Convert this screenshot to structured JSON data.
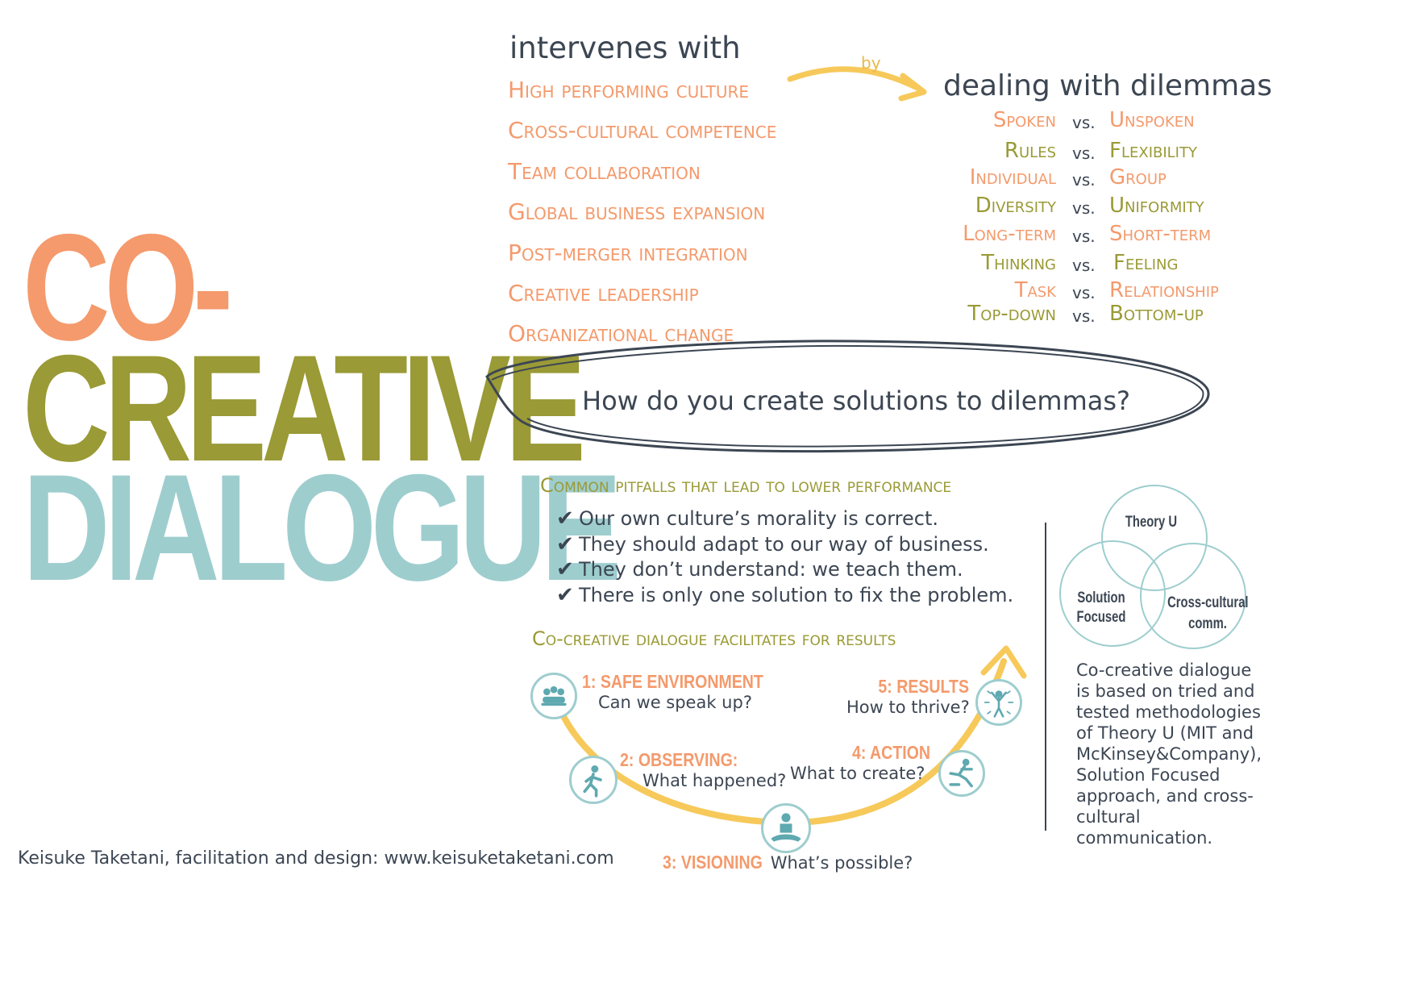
{
  "title": {
    "line1": "CO-",
    "line2": "CREATIVE",
    "line3": "DIALOGUE"
  },
  "intervenes": {
    "heading": "intervenes with",
    "items": [
      "High performing culture",
      "Cross-cultural competence",
      "Team collaboration",
      "Global business expansion",
      "Post-merger integration",
      "Creative leadership",
      "Organizational change"
    ]
  },
  "connector": {
    "label": "by"
  },
  "dilemmas": {
    "heading": "dealing with dilemmas",
    "vs": "vs.",
    "pairs": [
      {
        "left": "Spoken",
        "right": "Unspoken",
        "left_color": "#f49a6c",
        "right_color": "#f49a6c"
      },
      {
        "left": "Rules",
        "right": "Flexibility",
        "left_color": "#9a9a36",
        "right_color": "#9a9a36"
      },
      {
        "left": "Individual",
        "right": "Group",
        "left_color": "#f49a6c",
        "right_color": "#f49a6c"
      },
      {
        "left": "Diversity",
        "right": "Uniformity",
        "left_color": "#9a9a36",
        "right_color": "#9a9a36"
      },
      {
        "left": "Long-term",
        "right": "Short-term",
        "left_color": "#f49a6c",
        "right_color": "#f49a6c"
      },
      {
        "left": "Thinking",
        "right": "Feeling",
        "left_color": "#9a9a36",
        "right_color": "#9a9a36"
      },
      {
        "left": "Task",
        "right": "Relationship",
        "left_color": "#f49a6c",
        "right_color": "#f49a6c"
      },
      {
        "left": "Top-down",
        "right": "Bottom-up",
        "left_color": "#9a9a36",
        "right_color": "#9a9a36"
      }
    ]
  },
  "question": "How do you create solutions to dilemmas?",
  "pitfalls": {
    "heading": "Common pitfalls that lead to lower performance",
    "items": [
      "Our own culture’s morality is correct.",
      "They should adapt to our way of business.",
      "They don’t understand: we teach them.",
      "There is only one solution to fix the problem."
    ],
    "check_icon": "✔"
  },
  "process": {
    "heading": "Co-creative dialogue facilitates for results",
    "steps": [
      {
        "label": "1: SAFE ENVIRONMENT",
        "question": "Can we speak up?",
        "icon": "group-meeting-icon"
      },
      {
        "label": "2: OBSERVING:",
        "question": "What happened?",
        "icon": "person-walking-icon"
      },
      {
        "label": "3: VISIONING",
        "question": "What’s possible?",
        "icon": "meditating-person-icon"
      },
      {
        "label": "4: ACTION",
        "question": "What to create?",
        "icon": "person-running-icon"
      },
      {
        "label": "5: RESULTS",
        "question": "How to thrive?",
        "icon": "person-celebrating-icon"
      }
    ]
  },
  "venn": {
    "top": "Theory U",
    "left_line1": "Solution",
    "left_line2": "Focused",
    "right_line1": "Cross-cultural",
    "right_line2": "comm."
  },
  "description": "Co-creative dialogue is based on tried and tested methodologies of Theory U (MIT and McKinsey&Company), Solution Focused approach, and cross-cultural communication.",
  "credit": "Keisuke Taketani, facilitation and design: www.keisuketaketani.com",
  "colors": {
    "orange": "#f49a6c",
    "olive": "#9a9a36",
    "teal": "#9ecdce",
    "yellow_arrow": "#f6c95a",
    "text": "#3c4653"
  }
}
